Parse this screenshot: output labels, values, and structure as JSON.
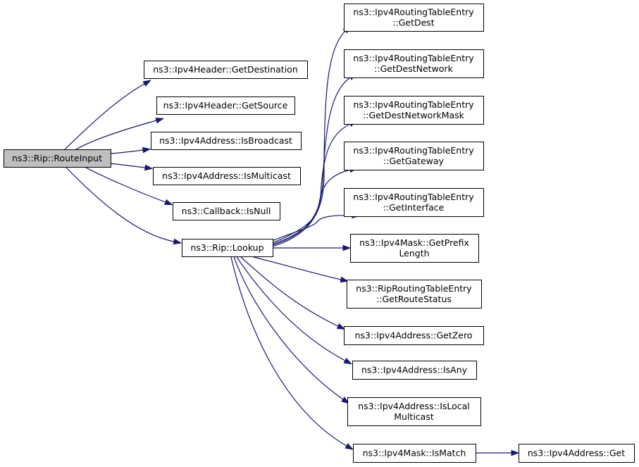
{
  "colors": {
    "edge": "#191970",
    "node_border": "#000000",
    "node_fill": "#ffffff",
    "root_fill": "#bfbfbf"
  },
  "nodes": [
    {
      "id": "routeinput",
      "lines": [
        "ns3::Rip::RouteInput"
      ],
      "root": true
    },
    {
      "id": "getdestination",
      "lines": [
        "ns3::Ipv4Header::GetDestination"
      ]
    },
    {
      "id": "getsource",
      "lines": [
        "ns3::Ipv4Header::GetSource"
      ]
    },
    {
      "id": "isbroadcast",
      "lines": [
        "ns3::Ipv4Address::IsBroadcast"
      ]
    },
    {
      "id": "ismulticast",
      "lines": [
        "ns3::Ipv4Address::IsMulticast"
      ]
    },
    {
      "id": "isnull",
      "lines": [
        "ns3::Callback::IsNull"
      ]
    },
    {
      "id": "lookup",
      "lines": [
        "ns3::Rip::Lookup"
      ]
    },
    {
      "id": "getdest",
      "lines": [
        "ns3::Ipv4RoutingTableEntry",
        "::GetDest"
      ]
    },
    {
      "id": "getdestnetwork",
      "lines": [
        "ns3::Ipv4RoutingTableEntry",
        "::GetDestNetwork"
      ]
    },
    {
      "id": "getdestnetworkmask",
      "lines": [
        "ns3::Ipv4RoutingTableEntry",
        "::GetDestNetworkMask"
      ]
    },
    {
      "id": "getgateway",
      "lines": [
        "ns3::Ipv4RoutingTableEntry",
        "::GetGateway"
      ]
    },
    {
      "id": "getinterface",
      "lines": [
        "ns3::Ipv4RoutingTableEntry",
        "::GetInterface"
      ]
    },
    {
      "id": "getprefixlength",
      "lines": [
        "ns3::Ipv4Mask::GetPrefix",
        "Length"
      ]
    },
    {
      "id": "getroutestatus",
      "lines": [
        "ns3::RipRoutingTableEntry",
        "::GetRouteStatus"
      ]
    },
    {
      "id": "getzero",
      "lines": [
        "ns3::Ipv4Address::GetZero"
      ]
    },
    {
      "id": "isany",
      "lines": [
        "ns3::Ipv4Address::IsAny"
      ]
    },
    {
      "id": "islocalmulticast",
      "lines": [
        "ns3::Ipv4Address::IsLocal",
        "Multicast"
      ]
    },
    {
      "id": "ismatch",
      "lines": [
        "ns3::Ipv4Mask::IsMatch"
      ]
    },
    {
      "id": "get",
      "lines": [
        "ns3::Ipv4Address::Get"
      ]
    }
  ],
  "edges": [
    {
      "from": "routeinput",
      "to": "getdestination"
    },
    {
      "from": "routeinput",
      "to": "getsource"
    },
    {
      "from": "routeinput",
      "to": "isbroadcast"
    },
    {
      "from": "routeinput",
      "to": "ismulticast"
    },
    {
      "from": "routeinput",
      "to": "isnull"
    },
    {
      "from": "routeinput",
      "to": "lookup"
    },
    {
      "from": "lookup",
      "to": "getdest"
    },
    {
      "from": "lookup",
      "to": "getdestnetwork"
    },
    {
      "from": "lookup",
      "to": "getdestnetworkmask"
    },
    {
      "from": "lookup",
      "to": "getgateway"
    },
    {
      "from": "lookup",
      "to": "getinterface"
    },
    {
      "from": "lookup",
      "to": "getprefixlength"
    },
    {
      "from": "lookup",
      "to": "getroutestatus"
    },
    {
      "from": "lookup",
      "to": "getzero"
    },
    {
      "from": "lookup",
      "to": "isany"
    },
    {
      "from": "lookup",
      "to": "islocalmulticast"
    },
    {
      "from": "lookup",
      "to": "ismatch"
    },
    {
      "from": "ismatch",
      "to": "get"
    }
  ]
}
